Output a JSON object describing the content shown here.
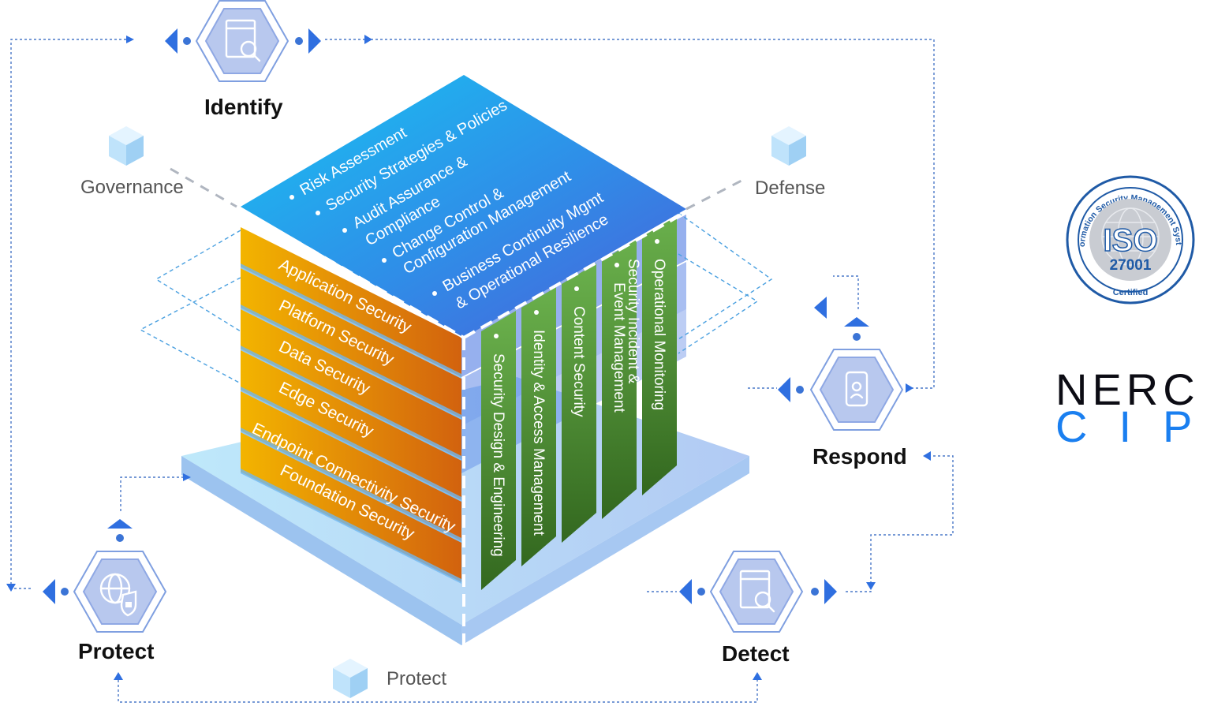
{
  "stages": {
    "identify": "Identify",
    "respond": "Respond",
    "detect": "Detect",
    "protect": "Protect"
  },
  "side_labels": {
    "governance": "Governance",
    "defense": "Defense",
    "protect": "Protect"
  },
  "top_items": [
    "Risk Assessment",
    "Security Strategies & Policies",
    "Audit Assurance &",
    "Compliance",
    "Change Control &",
    "Configuration Management",
    "Business Continuity Mgmt",
    "& Operational Resilience"
  ],
  "left_layers": [
    "Application Security",
    "Platform Security",
    "Data Security",
    "Edge Security",
    "Endpoint Connectivity Security",
    "Foundation Security"
  ],
  "right_pillars": [
    "Security Design & Engineering",
    "Identity & Access Management",
    "Content Security",
    "Security Incident &",
    "Event Management",
    "Operational Monitoring"
  ],
  "iso_badge": {
    "ring_text": "Information Security Management System",
    "main": "ISO",
    "number": "27001",
    "certified": "Certified"
  },
  "nerc": {
    "line1": "NERC",
    "line2": "CIP"
  },
  "colors": {
    "accent_blue": "#2f6fe0",
    "layer_orange": "#e9a200",
    "pillar_green": "#4e8f34",
    "top_blue": "#2c8fe6"
  },
  "icons": {
    "identify": "document-search-icon",
    "respond": "mobile-id-icon",
    "detect": "document-search-icon",
    "protect": "globe-lock-icon"
  }
}
